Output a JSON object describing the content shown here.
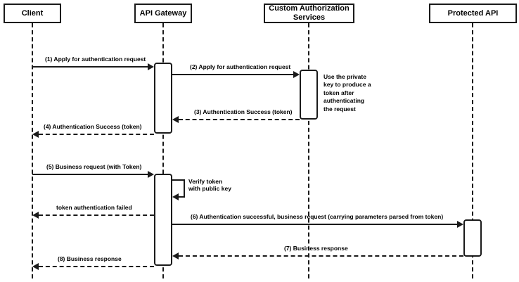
{
  "diagram": {
    "type": "uml-sequence-diagram",
    "title": "API Gateway token authentication sequence",
    "stroke_color": "#1a1a1a",
    "background_color": "#ffffff",
    "participants": [
      {
        "id": "client",
        "label": "Client"
      },
      {
        "id": "gateway",
        "label": "API Gateway"
      },
      {
        "id": "authsvc",
        "label": "Custom Authorization Services"
      },
      {
        "id": "api",
        "label": "Protected API"
      }
    ],
    "notes": [
      {
        "id": "private-key-note",
        "attached_to": "authsvc",
        "text": "Use the private\nkey to produce a\ntoken after\nauthenticating\nthe request"
      }
    ],
    "messages": [
      {
        "seq": "1",
        "label": "(1) Apply for authentication request",
        "from": "client",
        "to": "gateway",
        "style": "solid",
        "direction": "right"
      },
      {
        "seq": "2",
        "label": "(2) Apply for authentication request",
        "from": "gateway",
        "to": "authsvc",
        "style": "solid",
        "direction": "right"
      },
      {
        "seq": "3",
        "label": "(3) Authentication Success (token)",
        "from": "authsvc",
        "to": "gateway",
        "style": "dashed",
        "direction": "left"
      },
      {
        "seq": "4",
        "label": "(4) Authentication Success (token)",
        "from": "gateway",
        "to": "client",
        "style": "dashed",
        "direction": "left"
      },
      {
        "seq": "5",
        "label": "(5) Business request (with Token)",
        "from": "client",
        "to": "gateway",
        "style": "solid",
        "direction": "right"
      },
      {
        "seq": "self",
        "label": "Verify token\nwith public key",
        "from": "gateway",
        "to": "gateway",
        "style": "solid",
        "direction": "self"
      },
      {
        "seq": "fail",
        "label": "token authentication failed",
        "from": "gateway",
        "to": "client",
        "style": "dashed",
        "direction": "left"
      },
      {
        "seq": "6",
        "label": "(6) Authentication successful, business request (carrying parameters parsed from token)",
        "from": "gateway",
        "to": "api",
        "style": "solid",
        "direction": "right"
      },
      {
        "seq": "7",
        "label": "(7) Business response",
        "from": "api",
        "to": "gateway",
        "style": "dashed",
        "direction": "left"
      },
      {
        "seq": "8",
        "label": "(8) Business response",
        "from": "gateway",
        "to": "client",
        "style": "dashed",
        "direction": "left"
      }
    ]
  }
}
